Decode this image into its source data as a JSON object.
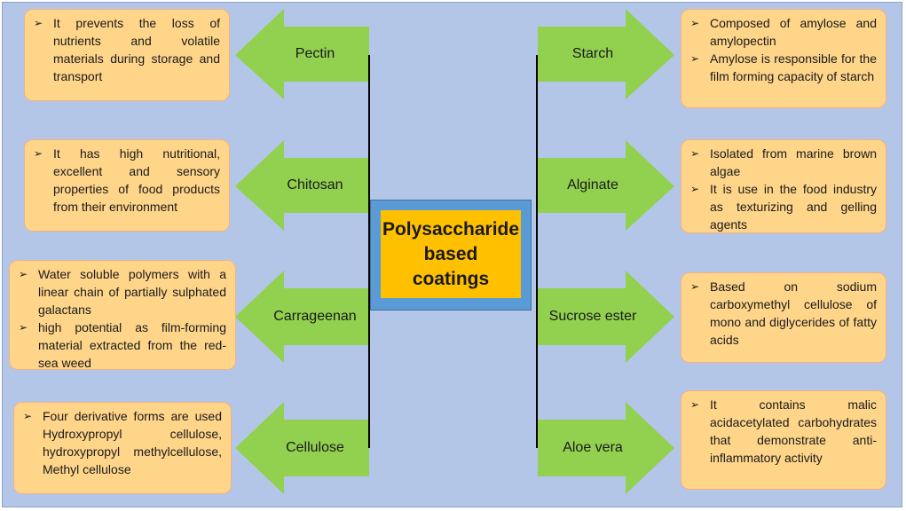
{
  "center": {
    "line1": "Polysaccharide",
    "line2": "based",
    "line3": "coatings"
  },
  "left": [
    {
      "label": "Pectin",
      "bullets": [
        "It prevents the loss of nutrients and volatile materials during storage and transport"
      ]
    },
    {
      "label": "Chitosan",
      "bullets": [
        "It has high nutritional, excellent and sensory properties of food products from their environment"
      ]
    },
    {
      "label": "Carrageenan",
      "bullets": [
        "Water soluble polymers with a linear chain of partially sulphated galactans",
        "high potential as film-forming material extracted from the red-sea weed"
      ]
    },
    {
      "label": "Cellulose",
      "bullets": [
        "Four derivative forms are used Hydroxypropyl cellulose, hydroxypropyl methylcellulose, Methyl cellulose"
      ]
    }
  ],
  "right": [
    {
      "label": "Starch",
      "bullets": [
        "Composed of amylose and amylopectin",
        "Amylose is responsible for the film forming capacity of starch"
      ]
    },
    {
      "label": "Alginate",
      "bullets": [
        "Isolated from marine brown algae",
        "It is use in the food industry as texturizing and gelling agents"
      ]
    },
    {
      "label": "Sucrose ester",
      "bullets": [
        "Based on sodium carboxymethyl cellulose of mono and diglycerides of fatty acids"
      ]
    },
    {
      "label": "Aloe vera",
      "bullets": [
        "It contains malic acidacetylated carbohydrates that demonstrate anti-inflammatory activity"
      ]
    }
  ],
  "colors": {
    "background": "#b4c6e7",
    "arrow": "#92d050",
    "box_fill": "#ffd58a",
    "box_border": "#f4b183",
    "center_outer": "#5b9bd5",
    "center_inner": "#ffc000"
  }
}
